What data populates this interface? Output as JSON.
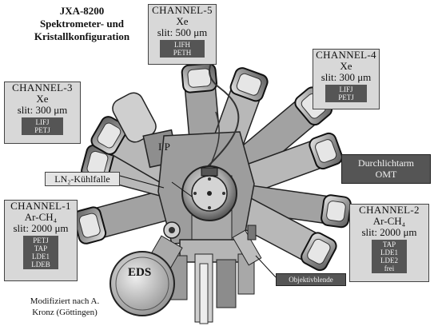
{
  "title": {
    "line1": "JXA-8200",
    "line2": "Spektrometer- und",
    "line3": "Kristallkonfiguration"
  },
  "channels": [
    {
      "name": "CHANNEL-5",
      "gas": "Xe",
      "slit": "slit: 500 μm",
      "crystals": [
        "LIFH",
        "PETH"
      ]
    },
    {
      "name": "CHANNEL-4",
      "gas": "Xe",
      "slit": "slit: 300 μm",
      "crystals": [
        "LIFJ",
        "PETJ"
      ]
    },
    {
      "name": "CHANNEL-3",
      "gas": "Xe",
      "slit": "slit: 300 μm",
      "crystals": [
        "LIFJ",
        "PETJ"
      ]
    },
    {
      "name": "CHANNEL-1",
      "gas": "Ar-CH₄",
      "slit": "slit: 2000 μm",
      "crystals": [
        "PETJ",
        "TAP",
        "LDE1",
        "LDEB"
      ]
    },
    {
      "name": "CHANNEL-2",
      "gas": "Ar-CH₄",
      "slit": "slit: 2000 μm",
      "crystals": [
        "TAP",
        "LDE1",
        "LDE2",
        "frei"
      ]
    }
  ],
  "labels": {
    "durchlicht": [
      "Durchlichtarm",
      "OMT"
    ],
    "ln2": "LN₂-Kühlfalle",
    "ip": "I P",
    "eds": "EDS",
    "objektivblende": "Objektivblende"
  },
  "note": [
    "Modifiziert nach A.",
    "Kronz (Göttingen)"
  ]
}
